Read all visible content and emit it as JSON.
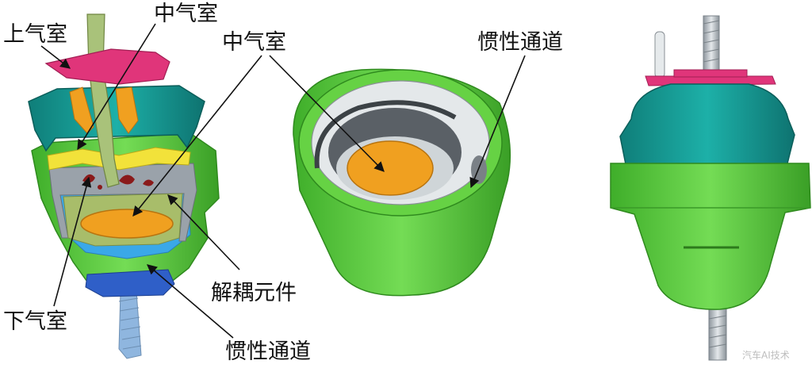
{
  "labels": {
    "upper_chamber": "上气室",
    "middle_chamber_left": "中气室",
    "middle_chamber_center": "中气室",
    "lower_chamber": "下气室",
    "decoupler": "解耦元件",
    "inertia_track_bottom": "惯性通道",
    "inertia_track_right": "惯性通道"
  },
  "watermark": "汽车AI技术",
  "colors": {
    "magenta": "#e0357a",
    "teal": "#159a94",
    "green": "#5bcc3c",
    "yellow": "#f2e23a",
    "orange": "#f0a020",
    "blue": "#2f5fc8",
    "light_blue": "#3aa8e8",
    "olive": "#a8bd6a",
    "dark_red": "#8a1a1a",
    "gray": "#b8bec4"
  }
}
